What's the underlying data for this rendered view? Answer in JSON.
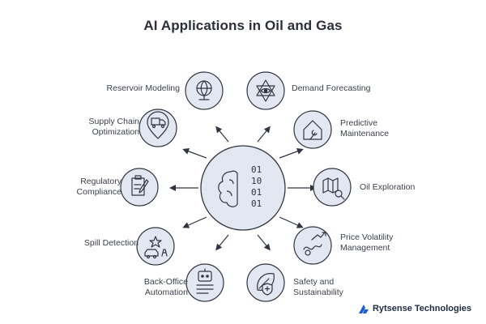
{
  "title": "AI Applications in Oil and Gas",
  "hub": {
    "binary": [
      "01",
      "10",
      "01",
      "01"
    ],
    "icon": "brain-binary-icon"
  },
  "items": [
    {
      "label": "Reservoir Modeling",
      "icon": "globe-icon"
    },
    {
      "label": "Demand Forecasting",
      "icon": "star-eye-icon"
    },
    {
      "label": "Supply Chain Optimization",
      "icon": "truck-pin-icon"
    },
    {
      "label": "Predictive Maintenance",
      "icon": "house-wrench-icon"
    },
    {
      "label": "Regulatory Compliance",
      "icon": "clipboard-pen-icon"
    },
    {
      "label": "Oil Exploration",
      "icon": "map-search-icon"
    },
    {
      "label": "Spill Detection",
      "icon": "car-warning-icon"
    },
    {
      "label": "Price Volatility Management",
      "icon": "chart-trend-icon"
    },
    {
      "label": "Back-Office Automation",
      "icon": "robot-doc-icon"
    },
    {
      "label": "Safety and Sustainability",
      "icon": "leaf-shield-icon"
    }
  ],
  "brand": {
    "name": "Rytsense Technologies",
    "color": "#1e5bd6"
  },
  "colors": {
    "node_fill": "#e3e7f2",
    "node_stroke": "#2f3440",
    "hub_fill": "#e3e7f2"
  }
}
